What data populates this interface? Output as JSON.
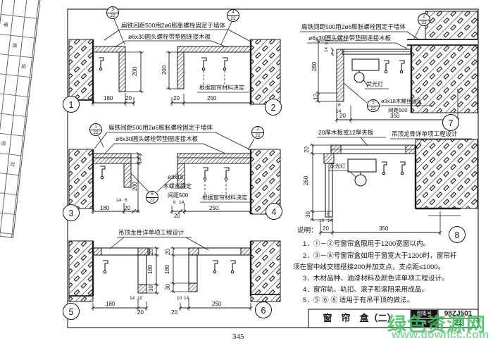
{
  "page_number": "345",
  "titleblock": {
    "title": "窗　帘　盒（二）",
    "atlas_label": "图集号",
    "atlas_no": "98ZJ501",
    "page_label": "页",
    "page_no": "21"
  },
  "watermark": {
    "line1": "绿色资源网",
    "line2": "www.downcc.com"
  },
  "annotations": {
    "flat_iron": "扁铁间距500用2ø6膨胀螺栓固定于墙体",
    "bolt_board": "ø6x30圆头螺栓带垫圈连接木板",
    "by_material": "根据窗帘材料决定",
    "screw_spec": "ø3x18",
    "screw_fix": "木螺丝固定",
    "screw_spacing": "间距500",
    "screw_inline": "ø3x18木螺丝固定",
    "ceiling_design": "吊顶龙骨详单项工程设计",
    "lamp": "荧光灯",
    "board_spec": "20厚木板或12厚夹板"
  },
  "bubbles": {
    "r1l": {
      "num": "3",
      "den": "22"
    },
    "r1r": {
      "num": "4",
      "den": "22"
    },
    "r2l": {
      "num": "1",
      "den": "22"
    },
    "r2r": {
      "num": "2",
      "den": "22"
    },
    "mid": {
      "num": "5",
      "den": "22"
    },
    "d7top": {
      "num": "2",
      "den": "22"
    },
    "d7mid": {
      "num": "5",
      "den": "22"
    }
  },
  "details": {
    "d1": {
      "no": "1",
      "w": "180",
      "t": "20",
      "h": "200"
    },
    "d2": {
      "no": "2",
      "t": "20",
      "w": "250",
      "h": "200"
    },
    "d3": {
      "no": "3",
      "w": "180",
      "t": "20",
      "h": "200",
      "l1": "6",
      "l2": "14",
      "b1": "14",
      "b2": "6"
    },
    "d4": {
      "no": "4",
      "t": "20",
      "w": "250",
      "l1": "6",
      "l2": "14"
    },
    "d5": {
      "no": "5",
      "w": "180",
      "t": "20",
      "v1": "20",
      "v2": "180",
      "v3": "30",
      "b1": "14",
      "b2": "10"
    },
    "d6": {
      "no": "6",
      "t": "20",
      "w": "250",
      "v1": "20",
      "v2": "180",
      "v3": "30",
      "b1": "10",
      "b2": "14"
    },
    "d7": {
      "no": "7",
      "v1": "280",
      "v2": "12",
      "l1": "6",
      "l2": "14",
      "t": "20",
      "w": "350",
      "b1": "6",
      "b2": "14"
    },
    "d8": {
      "no": "8",
      "v1": "20",
      "v2": "260",
      "v3": "30",
      "t": "20",
      "w": "350",
      "b1": "6",
      "b2": "10",
      "b3": "14"
    }
  },
  "notes": {
    "heading": "说明：",
    "n1": "1．①－②号窗帘盒限用于1200宽窗以内。",
    "n2a": "2．③－⑧号窗帘盒如用于窗宽大于1200时，窗帘杆",
    "n2b": "须在窗中线交错搭接200并加支点，支点距≤1000。",
    "n3": "3．木材品种、油漆材料及颜色详单项工程设计。",
    "n4": "4．窗帘轨、轨扣、滚子和滚阻采用成品。",
    "n5": "5．⑤ ⑥ ⑧ 适用于有吊平顶的做法。"
  },
  "edge_table": {
    "chars": [
      "审",
      "核",
      "设",
      "计",
      "校",
      "对"
    ]
  }
}
